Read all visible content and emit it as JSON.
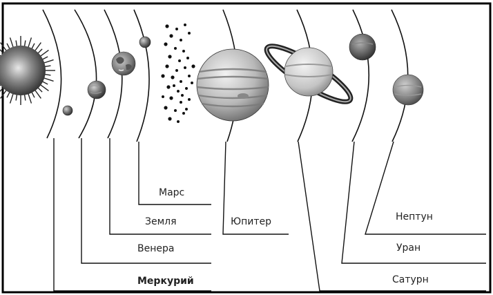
{
  "planets": {
    "mars": "Марс",
    "earth": "Земля",
    "venus": "Венера",
    "mercury": "Меркурий",
    "jupiter": "Юпитер",
    "neptune": "Нептун",
    "uranus": "Уран",
    "saturn": "Сатурн"
  },
  "colors": {
    "line": "#111111",
    "frame": "#000000",
    "background": "#ffffff"
  }
}
